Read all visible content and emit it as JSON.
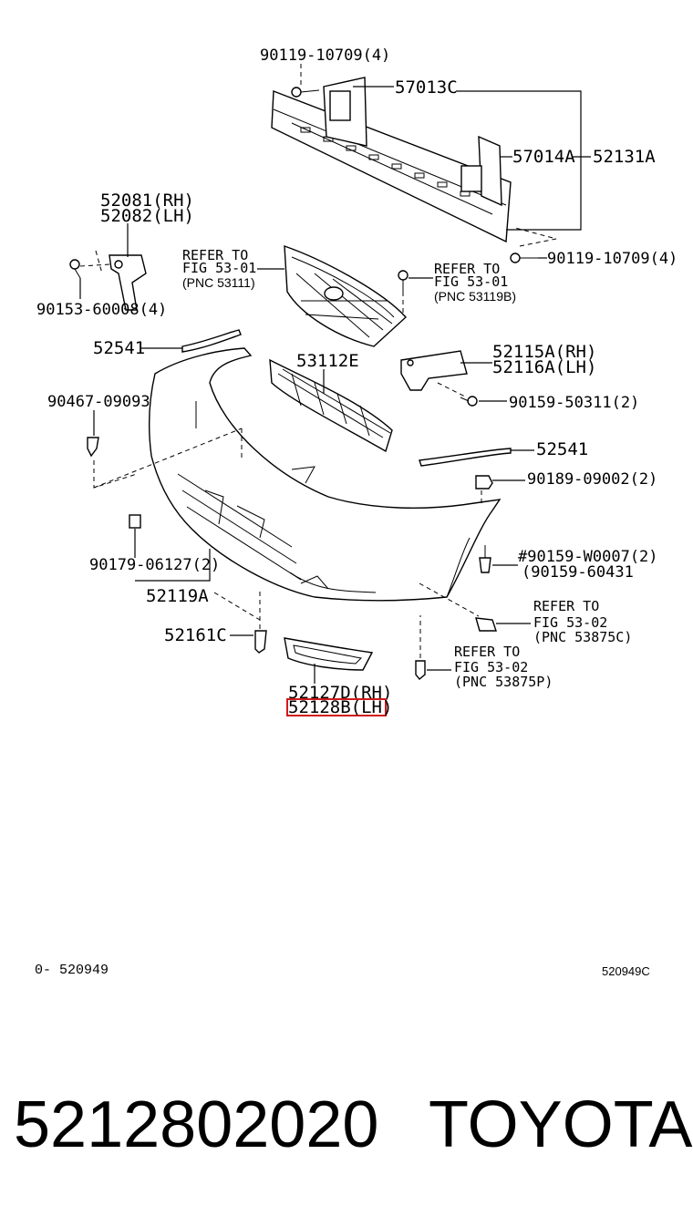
{
  "labels": {
    "bolt_top": "90119-10709(4)",
    "reinf_bracket": "57013C",
    "side_bracket": "57014A",
    "reinforcement": "52131A",
    "bolt_right": "90119-10709(4)",
    "bracket_rh": "52081(RH)",
    "bracket_lh": "52082(LH)",
    "bolt_left": "90153-60008(4)",
    "grille_ref_1": "REFER TO",
    "grille_ref_2": "FIG 53-01",
    "grille_ref_3": "(PNC 53111)",
    "clip_ref_1": "REFER TO",
    "clip_ref_2": "FIG 53-01",
    "clip_ref_3": "(PNC 53119B)",
    "molding_left": "52541",
    "retainer_rh": "52115A(RH)",
    "retainer_lh": "52116A(LH)",
    "lower_grille": "53112E",
    "clip_left": "90467-09093",
    "screw_right": "90159-50311(2)",
    "molding_right": "52541",
    "nut_right": "90189-09002(2)",
    "screw_w0007": "#90159-W0007(2)",
    "screw_60431": "(90159-60431",
    "clip_06127": "90179-06127(2)",
    "bumper_cover": "52119A",
    "ref_a_1": "REFER TO",
    "ref_a_2": "FIG 53-02",
    "ref_a_3": "(PNC 53875C)",
    "clip_52161c": "52161C",
    "ref_b_1": "REFER TO",
    "ref_b_2": "FIG 53-02",
    "ref_b_3": "(PNC 53875P)",
    "fog_cover_rh": "52127D(RH)",
    "fog_cover_lh": "52128B(LH)"
  },
  "footer": {
    "left_code": "0- 520949",
    "right_code": "520949C",
    "part_number": "5212802020",
    "brand": "TOYOTA"
  },
  "colors": {
    "highlight": "#d11a1a",
    "line": "#000000",
    "background": "#ffffff"
  }
}
